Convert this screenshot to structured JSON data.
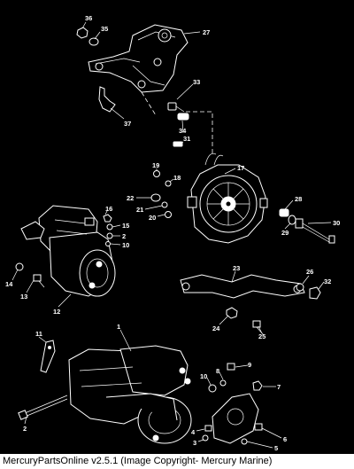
{
  "caption": "MercuryPartsOnline v2.5.1 (Image Copyright- Mercury Marine)",
  "callouts": [
    "36",
    "35",
    "27",
    "33",
    "37",
    "34",
    "31",
    "17",
    "19",
    "18",
    "22",
    "21",
    "20",
    "28",
    "29",
    "30",
    "16",
    "15",
    "14",
    "13",
    "12",
    "23",
    "26",
    "32",
    "24",
    "25",
    "11",
    "1",
    "9",
    "8",
    "7",
    "10",
    "2",
    "4",
    "3",
    "6",
    "5"
  ]
}
